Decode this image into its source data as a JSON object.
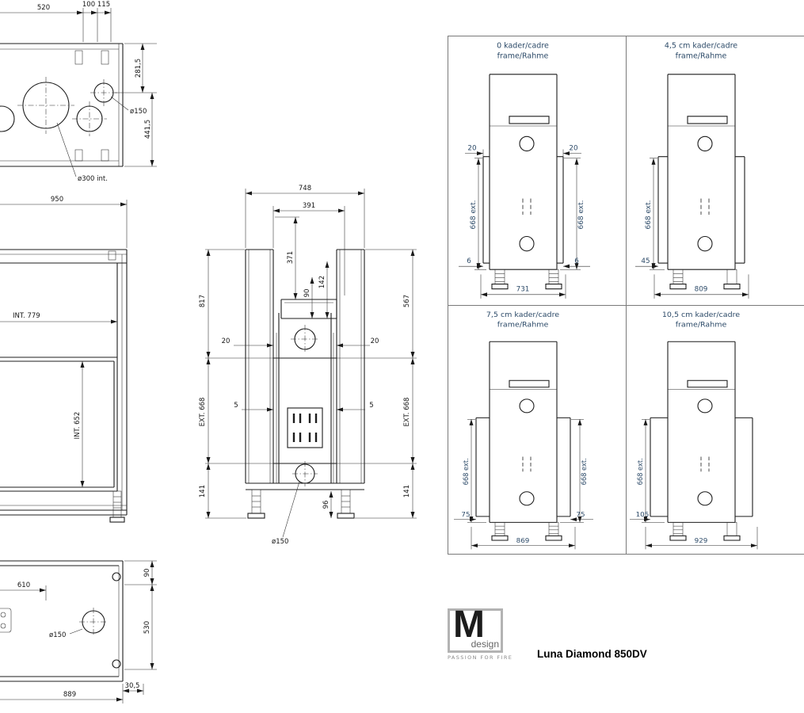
{
  "product": {
    "name": "Luna Diamond 850DV"
  },
  "brand": {
    "letter": "M",
    "word": "design",
    "tagline": "PASSION FOR FIRE"
  },
  "top_view": {
    "d520": "520",
    "d100": "100",
    "d115": "115",
    "d2815": "281,5",
    "d4415": "441,5",
    "d150": "ø150",
    "d300": "ø300 int."
  },
  "front_view": {
    "d950": "950",
    "d779": "INT.  779",
    "d652": "INT.  652"
  },
  "section_view": {
    "d748": "748",
    "d391": "391",
    "d371": "371",
    "d142": "142",
    "d90": "90",
    "d817": "817",
    "d567": "567",
    "d20l": "20",
    "d20r": "20",
    "d5l": "5",
    "d5r": "5",
    "d668l": "EXT.  668",
    "d668r": "EXT.  668",
    "d141l": "141",
    "d141r": "141",
    "d96": "96",
    "d150": "ø150"
  },
  "bottom_view": {
    "d90": "90",
    "d610": "610",
    "d150": "ø150",
    "d530": "530",
    "d889": "889",
    "d305": "30,5"
  },
  "frames": [
    {
      "title1": "0  kader/cadre",
      "title2": "frame/Rahme",
      "gap_l": "20",
      "gap_r": "20",
      "ext_l": "668 ext.",
      "ext_r": "668 ext.",
      "off_l": "6",
      "off_r": "6",
      "width": "731"
    },
    {
      "title1": "4,5 cm  kader/cadre",
      "title2": "frame/Rahme",
      "ext_l": "668 ext.",
      "off_l": "45",
      "width": "809"
    },
    {
      "title1": "7,5 cm  kader/cadre",
      "title2": "frame/Rahme",
      "ext_l": "668 ext.",
      "ext_r": "668 ext.",
      "off_l": "75",
      "off_r": "75",
      "width": "869"
    },
    {
      "title1": "10,5 cm kader/cadre",
      "title2": "frame/Rahme",
      "ext_l": "668 ext.",
      "off_l": "105",
      "width": "929"
    }
  ]
}
